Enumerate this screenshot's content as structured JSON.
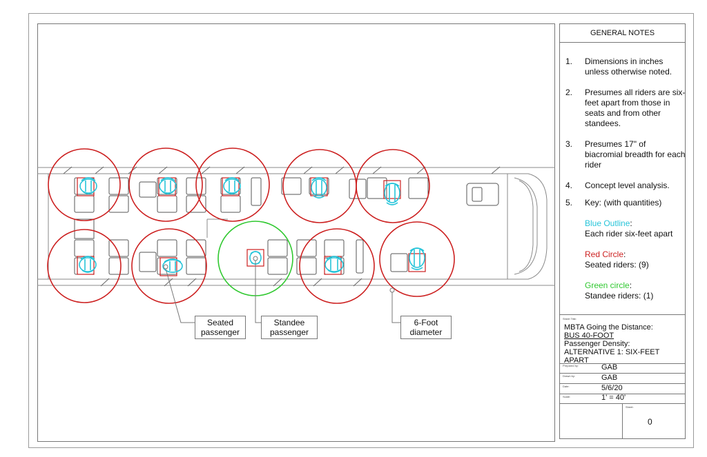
{
  "title_block": {
    "header": "GENERAL NOTES",
    "notes": [
      {
        "num": "1.",
        "text": "Dimensions in inches unless otherwise noted."
      },
      {
        "num": "2.",
        "text": "Presumes all riders are six-feet apart from those in seats and from other standees."
      },
      {
        "num": "3.",
        "text": "Presumes 17\" of biacromial breadth for each rider"
      },
      {
        "num": "4.",
        "text": "Concept level analysis."
      },
      {
        "num": "5.",
        "text": "Key: (with quantities)"
      }
    ],
    "key": {
      "blue_title": "Blue Outline",
      "blue_desc": "Each rider six-feet apart",
      "red_title": "Red Circle",
      "red_desc": "Seated riders: (9)",
      "green_title": "Green circle",
      "green_desc": "Standee riders: (1)"
    },
    "sheet_title_label": "Sheet Title:",
    "sheet_title": {
      "line1": "MBTA Going the Distance:",
      "line2": "BUS 40-FOOT",
      "line3": "Passenger Density:",
      "line4": "ALTERNATIVE 1: SIX-FEET APART"
    },
    "rows": [
      {
        "label": "Prepared by:",
        "value": "GAB"
      },
      {
        "label": "Drawn by:",
        "value": "GAB"
      },
      {
        "label": "Date:",
        "value": "5/6/20"
      },
      {
        "label": "Scale:",
        "value": "1' = 40'"
      }
    ],
    "sheet_label": "Sheet:",
    "sheet_number": "0"
  },
  "callouts": {
    "seated": "Seated passenger",
    "standee": "Standee passenger",
    "diameter": "6-Foot diameter"
  },
  "colors": {
    "blue_outline": "#26c4d9",
    "red_circle": "#cc1f1f",
    "green_circle": "#2fc82f"
  },
  "counts": {
    "seated_riders": 9,
    "standee_riders": 1
  }
}
